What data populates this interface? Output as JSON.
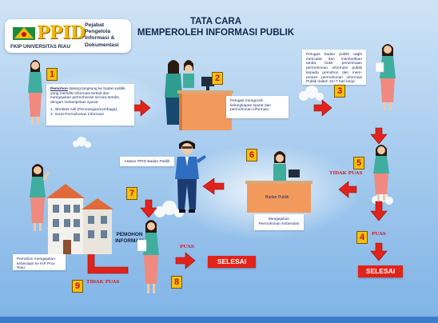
{
  "logo": {
    "brand": "PPID",
    "university": "FKIP UNIVERSITAS RIAU",
    "desc": [
      "Pejabat",
      "Pengelola",
      "Informasi &",
      "Dokumentasi"
    ]
  },
  "title": [
    "TATA CARA",
    "MEMPEROLEH INFORMASI PUBLIK"
  ],
  "steps": {
    "s1": {
      "num": "1",
      "lead": "Pemohon",
      "text": " datang langsung ke badan publik yang memiliki informasi terkait dan mengajukan permohonan secara tertulis, dengan melampirkan syarat:",
      "items": [
        "1. Identitas Asli (Perorangan/Lembaga)",
        "2. Surat Permohonan Informasi"
      ]
    },
    "s2": {
      "num": "2",
      "text": "Petugas mengecek kelengkapan syarat dan permohonan informasi"
    },
    "s3": {
      "num": "3",
      "text": "Petugas badan publik wajib mencatat dan memberikan tanda bukti penerimaan permohonan informasi publik kepada pemohon dan mem-proses permohonan informasi Publik dalam 10+7 hari kerja"
    },
    "s4": {
      "num": "4",
      "label": "PUAS"
    },
    "s5": {
      "num": "5",
      "label": "TIDAK PUAS"
    },
    "s6": {
      "num": "6",
      "desk_label": "Badan Publik",
      "text": "Mengajukan Permohonan Keberatan"
    },
    "s7": {
      "num": "7",
      "text": "Atasan PPID Badan Publik"
    },
    "s8": {
      "num": "8",
      "label": "PUAS",
      "pemohon": [
        "PEMOHON",
        "INFORMASI"
      ]
    },
    "s9": {
      "num": "9",
      "label": "TIDAK PUAS",
      "text": "Pemohon mengajukan keberatan ke KIP Prov Riau"
    }
  },
  "selesai": [
    "SELESAI",
    "SELESAI"
  ],
  "colors": {
    "accent_yellow": "#f6c10a",
    "arrow_red": "#e2231a",
    "navy": "#10284e",
    "background": "#a9cdef"
  }
}
